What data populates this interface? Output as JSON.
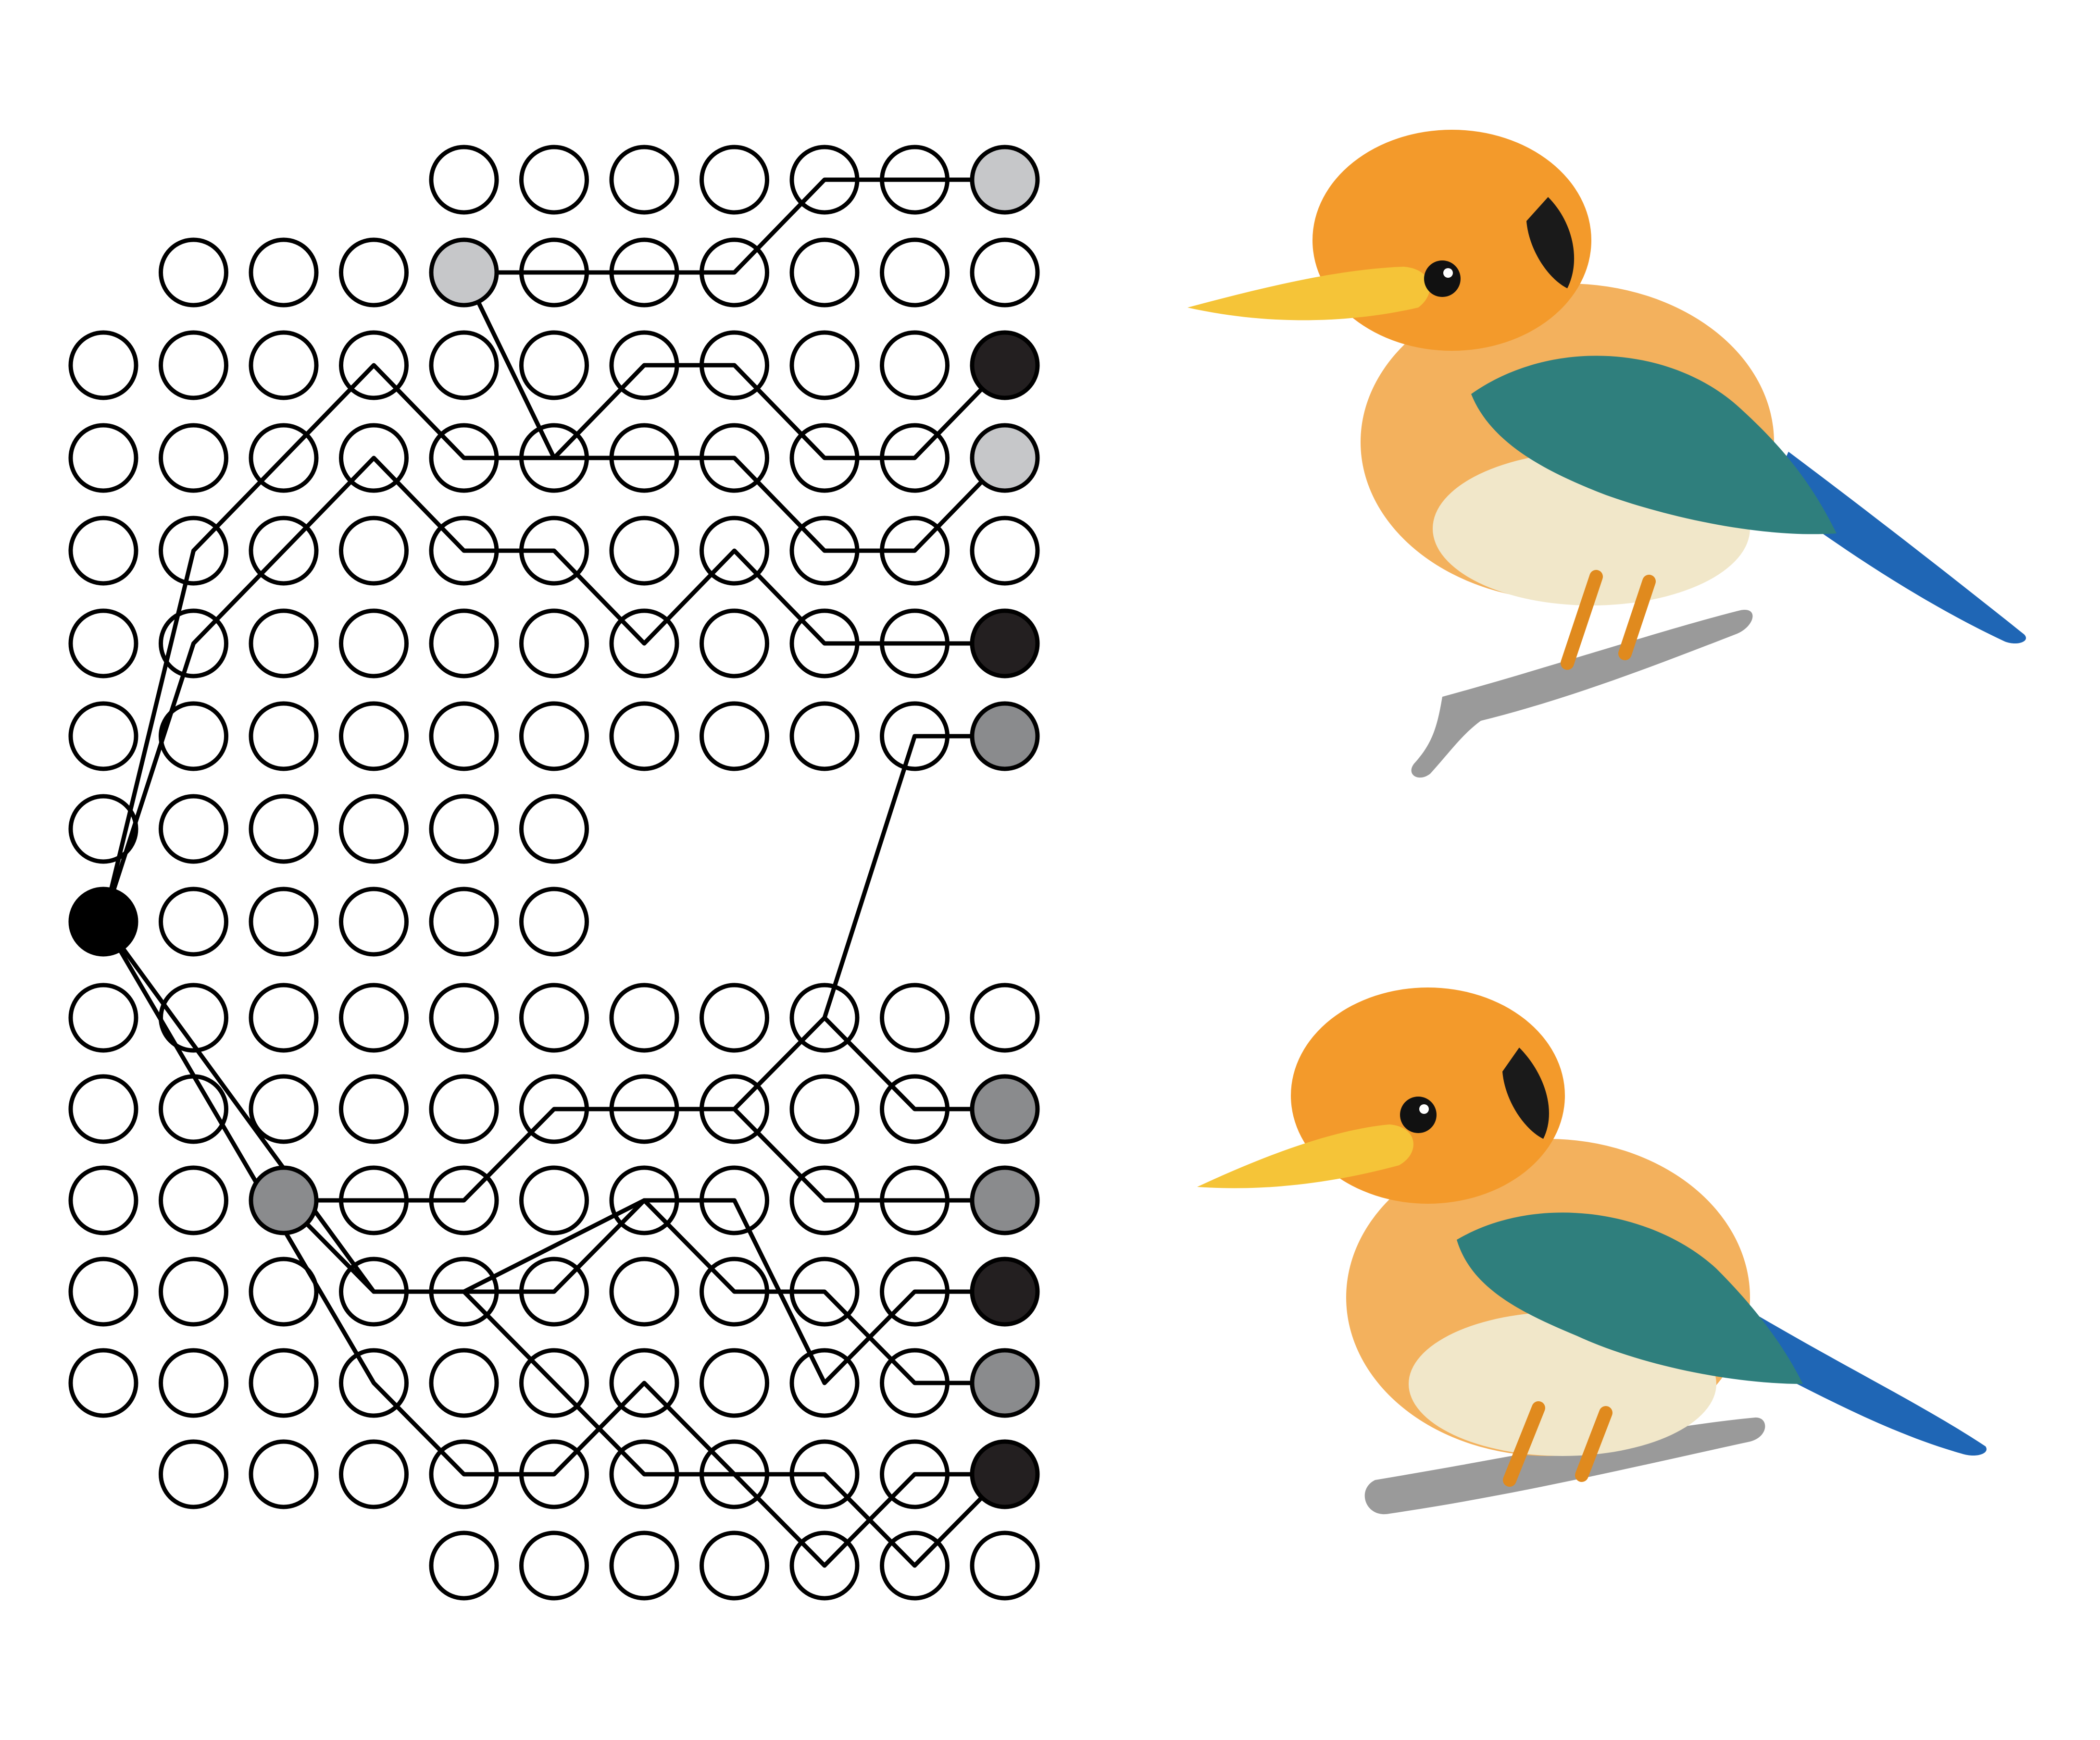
{
  "figure": {
    "type": "haplotype-network-with-illustrations",
    "node_fill": {
      "white": "#ffffff",
      "light": "#c6c7c9",
      "medium": "#8a8b8d",
      "dark": "#231f20",
      "root": "#000000"
    },
    "edge_color": "#000000",
    "upper_grid_rows": [
      {
        "cols": [
          5,
          6,
          7,
          8,
          9,
          10,
          11
        ]
      },
      {
        "cols": [
          2,
          3,
          4,
          5,
          6,
          7,
          8,
          9,
          10,
          11
        ]
      },
      {
        "cols": [
          1,
          2,
          3,
          4,
          5,
          6,
          7,
          8,
          9,
          10,
          11
        ]
      },
      {
        "cols": [
          1,
          2,
          3,
          4,
          5,
          6,
          7,
          8,
          9,
          10,
          11
        ]
      },
      {
        "cols": [
          1,
          2,
          3,
          4,
          5,
          6,
          7,
          8,
          9,
          10,
          11
        ]
      },
      {
        "cols": [
          1,
          2,
          3,
          4,
          5,
          6,
          7,
          8,
          9,
          10,
          11
        ]
      },
      {
        "cols": [
          1,
          2,
          3,
          4,
          5,
          6,
          7,
          8,
          9,
          10,
          11
        ]
      },
      {
        "cols": [
          1,
          2,
          3,
          4,
          5,
          6
        ]
      },
      {
        "cols": [
          1,
          2,
          3,
          4,
          5,
          6
        ]
      }
    ],
    "lower_grid_rows": [
      {
        "cols": [
          1,
          2,
          3,
          4,
          5,
          6,
          7,
          8,
          9,
          10,
          11
        ]
      },
      {
        "cols": [
          1,
          2,
          3,
          4,
          5,
          6,
          7,
          8,
          9,
          10,
          11
        ]
      },
      {
        "cols": [
          1,
          2,
          3,
          4,
          5,
          6,
          7,
          8,
          9,
          10,
          11
        ]
      },
      {
        "cols": [
          1,
          2,
          3,
          4,
          5,
          6,
          7,
          8,
          9,
          10,
          11
        ]
      },
      {
        "cols": [
          1,
          2,
          3,
          4,
          5,
          6,
          7,
          8,
          9,
          10,
          11
        ]
      },
      {
        "cols": [
          2,
          3,
          4,
          5,
          6,
          7,
          8,
          9,
          10,
          11
        ]
      },
      {
        "cols": [
          5,
          6,
          7,
          8,
          9,
          10,
          11
        ]
      }
    ],
    "highlighted_nodes": [
      {
        "grid": "upper",
        "row": 0,
        "col": 11,
        "tone": "light"
      },
      {
        "grid": "upper",
        "row": 1,
        "col": 5,
        "tone": "light"
      },
      {
        "grid": "upper",
        "row": 2,
        "col": 11,
        "tone": "dark"
      },
      {
        "grid": "upper",
        "row": 3,
        "col": 11,
        "tone": "light"
      },
      {
        "grid": "upper",
        "row": 5,
        "col": 11,
        "tone": "dark"
      },
      {
        "grid": "upper",
        "row": 6,
        "col": 11,
        "tone": "medium"
      },
      {
        "grid": "upper",
        "row": 8,
        "col": 1,
        "tone": "root"
      },
      {
        "grid": "lower",
        "row": 1,
        "col": 11,
        "tone": "medium"
      },
      {
        "grid": "lower",
        "row": 2,
        "col": 3,
        "tone": "medium"
      },
      {
        "grid": "lower",
        "row": 2,
        "col": 11,
        "tone": "medium"
      },
      {
        "grid": "lower",
        "row": 3,
        "col": 11,
        "tone": "dark"
      },
      {
        "grid": "lower",
        "row": 4,
        "col": 11,
        "tone": "medium"
      },
      {
        "grid": "lower",
        "row": 5,
        "col": 11,
        "tone": "dark"
      }
    ],
    "paths": [
      {
        "name": "root-to-upper-dark-row-2",
        "points": [
          [
            "upper",
            8,
            1
          ],
          [
            "upper",
            4,
            2
          ],
          [
            "upper",
            2,
            4
          ],
          [
            "upper",
            3,
            5
          ],
          [
            "upper",
            3,
            6
          ],
          [
            "upper",
            2,
            7
          ],
          [
            "upper",
            2,
            8
          ],
          [
            "upper",
            3,
            9
          ],
          [
            "upper",
            3,
            10
          ],
          [
            "upper",
            2,
            11
          ]
        ]
      },
      {
        "name": "root-to-upper-dark-row-5",
        "points": [
          [
            "upper",
            8,
            1
          ],
          [
            "upper",
            5,
            2
          ],
          [
            "upper",
            3,
            4
          ],
          [
            "upper",
            4,
            5
          ],
          [
            "upper",
            4,
            6
          ],
          [
            "upper",
            5,
            7
          ],
          [
            "upper",
            4,
            8
          ],
          [
            "upper",
            5,
            9
          ],
          [
            "upper",
            5,
            10
          ],
          [
            "upper",
            5,
            11
          ]
        ]
      },
      {
        "name": "light-node-to-upper-right",
        "points": [
          [
            "upper",
            1,
            5
          ],
          [
            "upper",
            1,
            6
          ],
          [
            "upper",
            1,
            7
          ],
          [
            "upper",
            1,
            8
          ],
          [
            "upper",
            0,
            9
          ],
          [
            "upper",
            0,
            10
          ],
          [
            "upper",
            0,
            11
          ]
        ]
      },
      {
        "name": "light-node-to-upper-light-row-3",
        "points": [
          [
            "upper",
            1,
            5
          ],
          [
            "upper",
            3,
            6
          ],
          [
            "upper",
            3,
            7
          ],
          [
            "upper",
            3,
            8
          ],
          [
            "upper",
            4,
            9
          ],
          [
            "upper",
            4,
            10
          ],
          [
            "upper",
            3,
            11
          ]
        ]
      },
      {
        "name": "root-to-lower-path",
        "points": [
          [
            "upper",
            8,
            1
          ],
          [
            "lower",
            3,
            4
          ],
          [
            "lower",
            3,
            5
          ],
          [
            "lower",
            2,
            7
          ],
          [
            "lower",
            2,
            8
          ],
          [
            "lower",
            4,
            9
          ],
          [
            "lower",
            3,
            10
          ],
          [
            "lower",
            3,
            11
          ]
        ]
      },
      {
        "name": "lower-medium-to-right",
        "points": [
          [
            "lower",
            2,
            3
          ],
          [
            "lower",
            2,
            4
          ],
          [
            "lower",
            2,
            5
          ],
          [
            "lower",
            1,
            6
          ],
          [
            "lower",
            1,
            7
          ],
          [
            "lower",
            1,
            8
          ],
          [
            "lower",
            2,
            9
          ],
          [
            "lower",
            2,
            10
          ],
          [
            "lower",
            2,
            11
          ]
        ]
      },
      {
        "name": "lower-medium-branch-down",
        "points": [
          [
            "lower",
            2,
            3
          ],
          [
            "lower",
            3,
            4
          ],
          [
            "lower",
            3,
            5
          ],
          [
            "lower",
            3,
            6
          ],
          [
            "lower",
            2,
            7
          ],
          [
            "lower",
            3,
            8
          ],
          [
            "lower",
            3,
            9
          ],
          [
            "lower",
            4,
            10
          ],
          [
            "lower",
            4,
            11
          ]
        ]
      },
      {
        "name": "lower-long-branch",
        "points": [
          [
            "upper",
            8,
            1
          ],
          [
            "lower",
            4,
            4
          ],
          [
            "lower",
            5,
            5
          ],
          [
            "lower",
            5,
            6
          ],
          [
            "lower",
            4,
            7
          ],
          [
            "lower",
            5,
            8
          ],
          [
            "lower",
            5,
            9
          ],
          [
            "lower",
            6,
            10
          ],
          [
            "lower",
            5,
            11
          ]
        ]
      },
      {
        "name": "lower-branch-bottom",
        "points": [
          [
            "lower",
            3,
            5
          ],
          [
            "lower",
            4,
            6
          ],
          [
            "lower",
            5,
            7
          ],
          [
            "lower",
            5,
            8
          ],
          [
            "lower",
            6,
            9
          ],
          [
            "lower",
            5,
            10
          ],
          [
            "lower",
            5,
            11
          ]
        ]
      },
      {
        "name": "connector-upper-medium-to-lower",
        "points": [
          [
            "upper",
            6,
            11
          ],
          [
            "upper",
            6,
            10
          ],
          [
            "lower",
            0,
            9
          ],
          [
            "lower",
            1,
            8
          ],
          [
            "lower",
            1,
            7
          ]
        ]
      },
      {
        "name": "lower-top-right-branch",
        "points": [
          [
            "lower",
            0,
            9
          ],
          [
            "lower",
            1,
            10
          ],
          [
            "lower",
            1,
            11
          ]
        ]
      }
    ],
    "illustrations": [
      {
        "name": "kingfisher-top",
        "head": "#f39a2b",
        "wing": "#2f7f7d",
        "tail": "#1f66b5",
        "belly": "#f1e7c9",
        "beak": "#f5c438",
        "branch": "#9a9a9a"
      },
      {
        "name": "kingfisher-bottom",
        "head": "#f39a2b",
        "wing": "#2f7f7d",
        "tail": "#1f66b5",
        "belly": "#f1e7c9",
        "beak": "#f5c438",
        "branch": "#9a9a9a"
      }
    ]
  }
}
